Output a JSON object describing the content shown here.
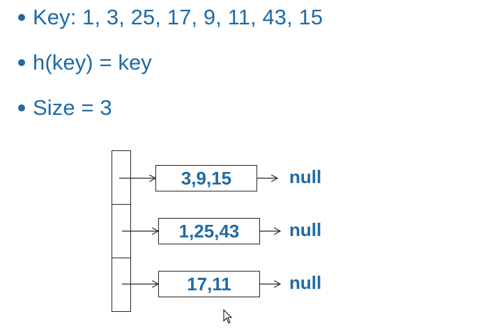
{
  "bullets": {
    "keys": "Key:  1, 3, 25, 17, 9, 11, 43, 15",
    "hash": "h(key) = key",
    "size": "Size = 3"
  },
  "buckets": [
    {
      "node": "3,9,15",
      "next": "null"
    },
    {
      "node": "1,25,43",
      "next": "null"
    },
    {
      "node": "17,11",
      "next": "null"
    }
  ],
  "colors": {
    "text": "#1e6aa6",
    "lines": "#222222",
    "background": "#ffffff"
  },
  "icons": {
    "cursor": "mouse-pointer-icon"
  }
}
